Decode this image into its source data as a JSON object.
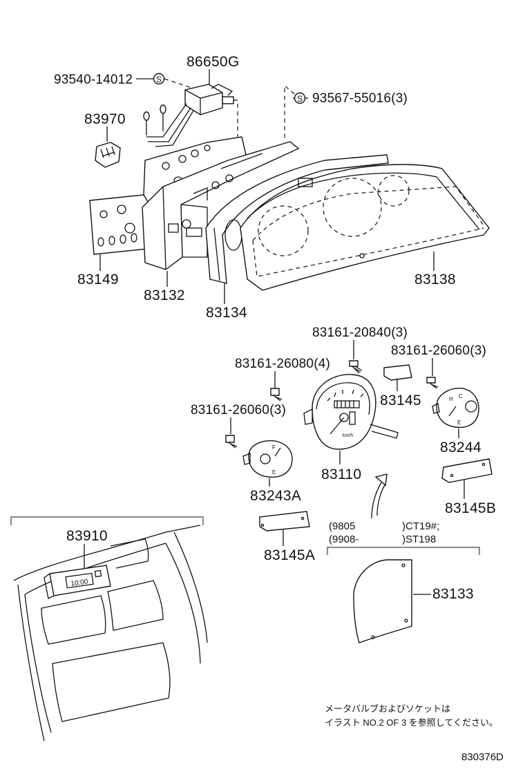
{
  "diagram": {
    "labels": {
      "p86650G": "86650G",
      "p93540": "93540-14012",
      "p93567": "93567-55016(3)",
      "p83970": "83970",
      "p83149": "83149",
      "p83132": "83132",
      "p83134": "83134",
      "p83138": "83138",
      "p83161_20840": "83161-20840(3)",
      "p83161_26060a": "83161-26060(3)",
      "p83161_26080": "83161-26080(4)",
      "p83161_26060b": "83161-26060(3)",
      "p83145": "83145",
      "p83110": "83110",
      "p83244": "83244",
      "p83243A": "83243A",
      "p83145B": "83145B",
      "p83145A": "83145A",
      "p83910": "83910",
      "p83133": "83133"
    },
    "screw_symbol": "S",
    "clock_display": "10:00",
    "speedo_unit": "km/h",
    "gauge_marks": {
      "h": "H",
      "c": "C",
      "f": "F",
      "e": "E"
    },
    "applicability": {
      "row1_from": "(9805",
      "row1_to": ")CT19#;",
      "row2_from": "(9908-",
      "row2_to": ")ST198"
    },
    "note_line1": "メータバルブおよびソケットは",
    "note_line2": "イラスト NO.2 OF 3 を参照してください。",
    "illustration_code": "830376D"
  }
}
